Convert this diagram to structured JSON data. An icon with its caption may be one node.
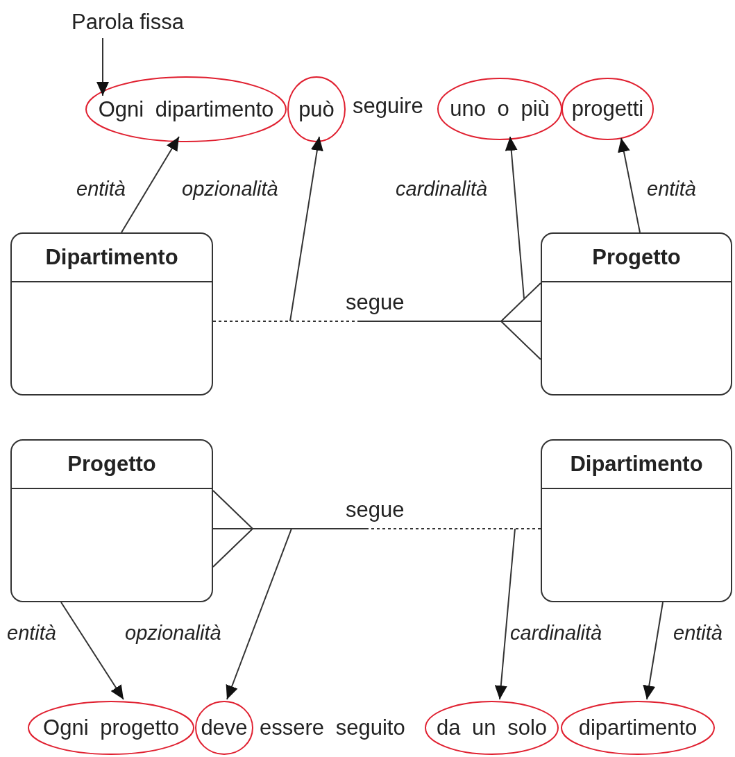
{
  "diagram": {
    "nodes": [
      {
        "text": [
          "Parola fissa"
        ]
      },
      {
        "text": [
          "Ogni dipartimento"
        ]
      },
      {
        "text": [
          "può"
        ]
      },
      {
        "text": [
          "uno o più"
        ]
      },
      {
        "text": [
          "progetti"
        ]
      },
      {
        "text": [
          "Dipartimento"
        ]
      },
      {
        "text": [
          "Progetto"
        ]
      },
      {
        "text": [
          "Progetto"
        ]
      },
      {
        "text": [
          "Dipartimento"
        ]
      },
      {
        "text": [
          "Ogni progetto"
        ]
      },
      {
        "text": [
          "deve"
        ]
      },
      {
        "text": [
          "da un solo"
        ]
      },
      {
        "text": [
          "dipartimento"
        ]
      }
    ],
    "edges": [
      {
        "from": 0,
        "to": 1,
        "arrow": "to"
      },
      {
        "from": 5,
        "to": 1,
        "arrow": "to",
        "label": "entità"
      },
      {
        "from": null,
        "to": 2,
        "arrow": "to",
        "label": "opzionalità"
      },
      {
        "from": null,
        "to": 3,
        "arrow": "to",
        "label": "cardinalità"
      },
      {
        "from": 6,
        "to": 4,
        "arrow": "to",
        "label": "entità"
      },
      {
        "from": 5,
        "to": 6,
        "arrow": "other",
        "label": "segue",
        "style": "dashed"
      },
      {
        "from": 8,
        "to": 7,
        "arrow": "other",
        "label": "segue",
        "style": "dashed"
      },
      {
        "from": 7,
        "to": 9,
        "arrow": "to",
        "label": "entità"
      },
      {
        "from": null,
        "to": 10,
        "arrow": "to",
        "label": "opzionalità"
      },
      {
        "from": null,
        "to": 11,
        "arrow": "to",
        "label": "cardinalità"
      },
      {
        "from": 8,
        "to": 12,
        "arrow": "to",
        "label": "entità"
      }
    ],
    "labels": [
      "seguire",
      "essere seguito"
    ]
  }
}
